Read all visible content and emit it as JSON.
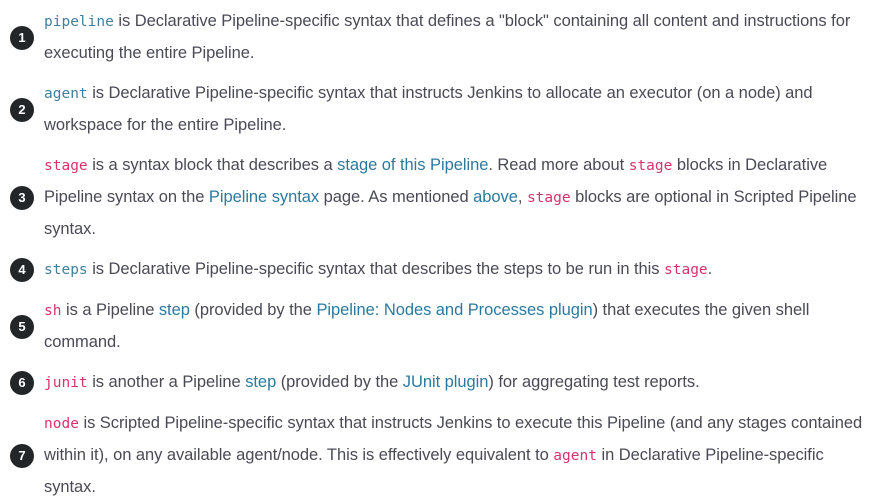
{
  "colors": {
    "background": "#ffffff",
    "body_text": "#4a4a55",
    "link": "#2b7a9e",
    "code_pink": "#d6336c",
    "code_blue": "#3f7f9f",
    "marker_background": "#232629",
    "marker_text": "#ffffff"
  },
  "callouts": [
    {
      "number": "1",
      "parts": [
        {
          "type": "code-blue",
          "text": "pipeline"
        },
        {
          "type": "text",
          "text": " is Declarative Pipeline-specific syntax that defines a \"block\" containing all content and instructions for executing the entire Pipeline."
        }
      ]
    },
    {
      "number": "2",
      "parts": [
        {
          "type": "code-blue",
          "text": "agent"
        },
        {
          "type": "text",
          "text": " is Declarative Pipeline-specific syntax that instructs Jenkins to allocate an executor (on a node) and workspace for the entire Pipeline."
        }
      ]
    },
    {
      "number": "3",
      "parts": [
        {
          "type": "code-pink",
          "text": "stage"
        },
        {
          "type": "text",
          "text": " is a syntax block that describes a "
        },
        {
          "type": "link",
          "text": "stage of this Pipeline"
        },
        {
          "type": "text",
          "text": ". Read more about "
        },
        {
          "type": "code-pink",
          "text": "stage"
        },
        {
          "type": "text",
          "text": " blocks in Declarative Pipeline syntax on the "
        },
        {
          "type": "link",
          "text": "Pipeline syntax"
        },
        {
          "type": "text",
          "text": " page. As mentioned "
        },
        {
          "type": "link",
          "text": "above"
        },
        {
          "type": "text",
          "text": ", "
        },
        {
          "type": "code-pink",
          "text": "stage"
        },
        {
          "type": "text",
          "text": " blocks are optional in Scripted Pipeline syntax."
        }
      ]
    },
    {
      "number": "4",
      "parts": [
        {
          "type": "code-blue",
          "text": "steps"
        },
        {
          "type": "text",
          "text": " is Declarative Pipeline-specific syntax that describes the steps to be run in this "
        },
        {
          "type": "code-pink",
          "text": "stage"
        },
        {
          "type": "text",
          "text": "."
        }
      ]
    },
    {
      "number": "5",
      "parts": [
        {
          "type": "code-pink",
          "text": "sh"
        },
        {
          "type": "text",
          "text": " is a Pipeline "
        },
        {
          "type": "link",
          "text": "step"
        },
        {
          "type": "text",
          "text": " (provided by the "
        },
        {
          "type": "link",
          "text": "Pipeline: Nodes and Processes plugin"
        },
        {
          "type": "text",
          "text": ") that executes the given shell command."
        }
      ]
    },
    {
      "number": "6",
      "parts": [
        {
          "type": "code-pink",
          "text": "junit"
        },
        {
          "type": "text",
          "text": " is another a Pipeline "
        },
        {
          "type": "link",
          "text": "step"
        },
        {
          "type": "text",
          "text": " (provided by the "
        },
        {
          "type": "link",
          "text": "JUnit plugin"
        },
        {
          "type": "text",
          "text": ") for aggregating test reports."
        }
      ]
    },
    {
      "number": "7",
      "parts": [
        {
          "type": "code-pink",
          "text": "node"
        },
        {
          "type": "text",
          "text": " is Scripted Pipeline-specific syntax that instructs Jenkins to execute this Pipeline (and any stages contained within it), on any available agent/node. This is effectively equivalent to "
        },
        {
          "type": "code-pink",
          "text": "agent"
        },
        {
          "type": "text",
          "text": " in Declarative Pipeline-specific syntax."
        }
      ]
    }
  ]
}
